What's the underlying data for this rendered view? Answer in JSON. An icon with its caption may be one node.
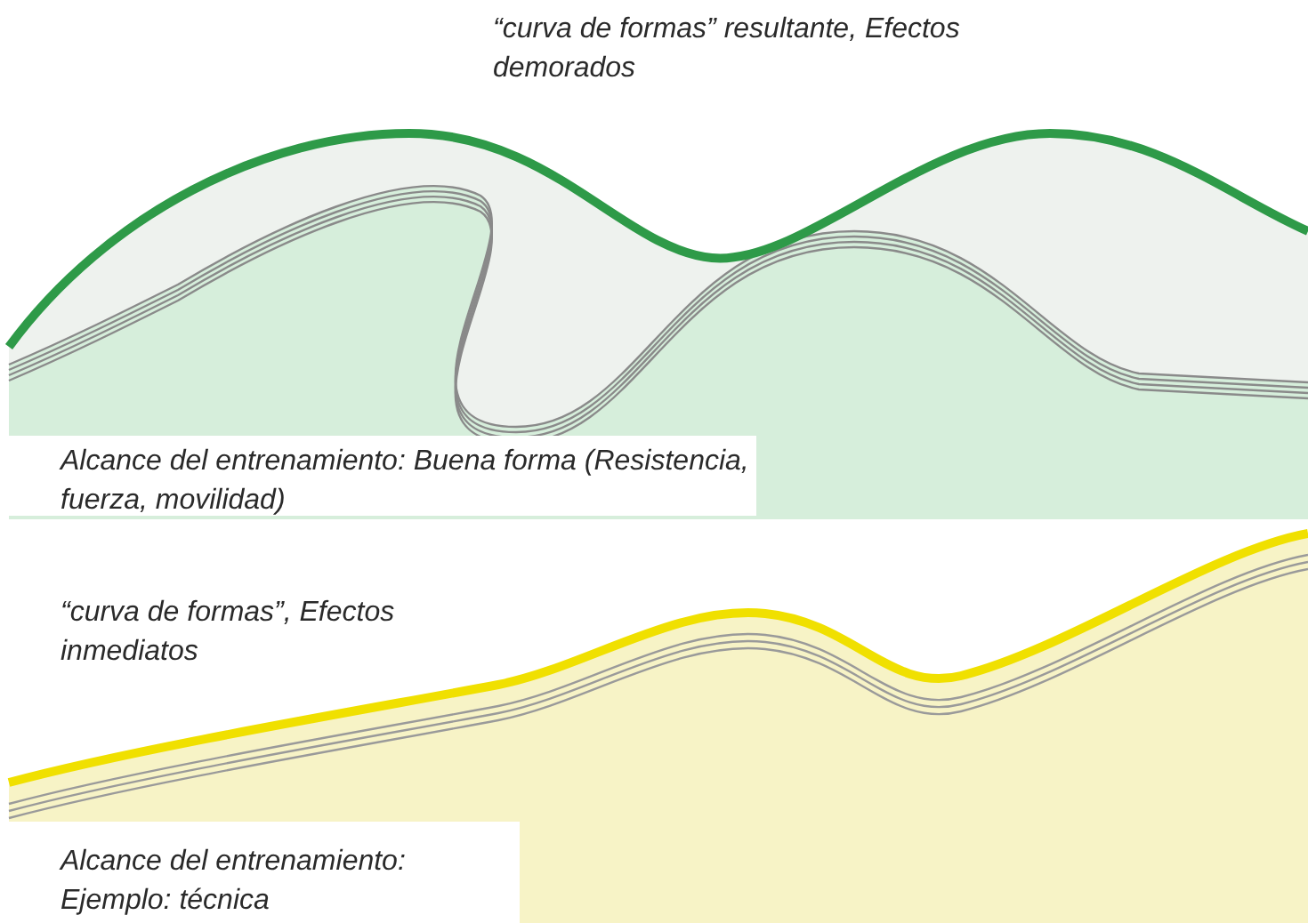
{
  "diagram": {
    "labels": [
      "“curva de formas” resultante, Efectos demorados",
      "Alcance del entrenamiento: Buena forma (Resistencia, fuerza, movilidad)",
      "“curva de formas”, Efectos inmediatos",
      "Alcance del entrenamiento: Ejemplo: técnica"
    ]
  }
}
